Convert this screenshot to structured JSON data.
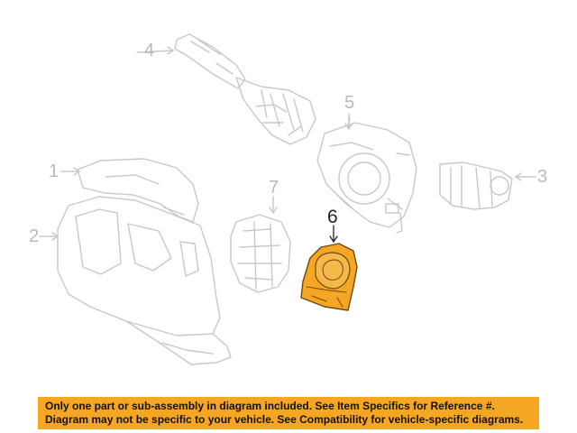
{
  "diagram": {
    "callouts": [
      {
        "id": "1",
        "label": "1"
      },
      {
        "id": "2",
        "label": "2"
      },
      {
        "id": "3",
        "label": "3"
      },
      {
        "id": "4",
        "label": "4"
      },
      {
        "id": "5",
        "label": "5"
      },
      {
        "id": "6",
        "label": "6",
        "highlighted": true
      },
      {
        "id": "7",
        "label": "7"
      }
    ],
    "colors": {
      "part_outline": "#c8c8c8",
      "highlight_fill": "#f5a623",
      "highlight_stroke": "#6b4a10",
      "active_label": "#222222"
    }
  },
  "notice": {
    "line1": "Only one part or sub-assembly in diagram included. See Item Specifics for Reference #.",
    "line2": "Diagram may not be specific to your vehicle. See Compatibility for vehicle-specific diagrams.",
    "background": "#f5a623"
  }
}
